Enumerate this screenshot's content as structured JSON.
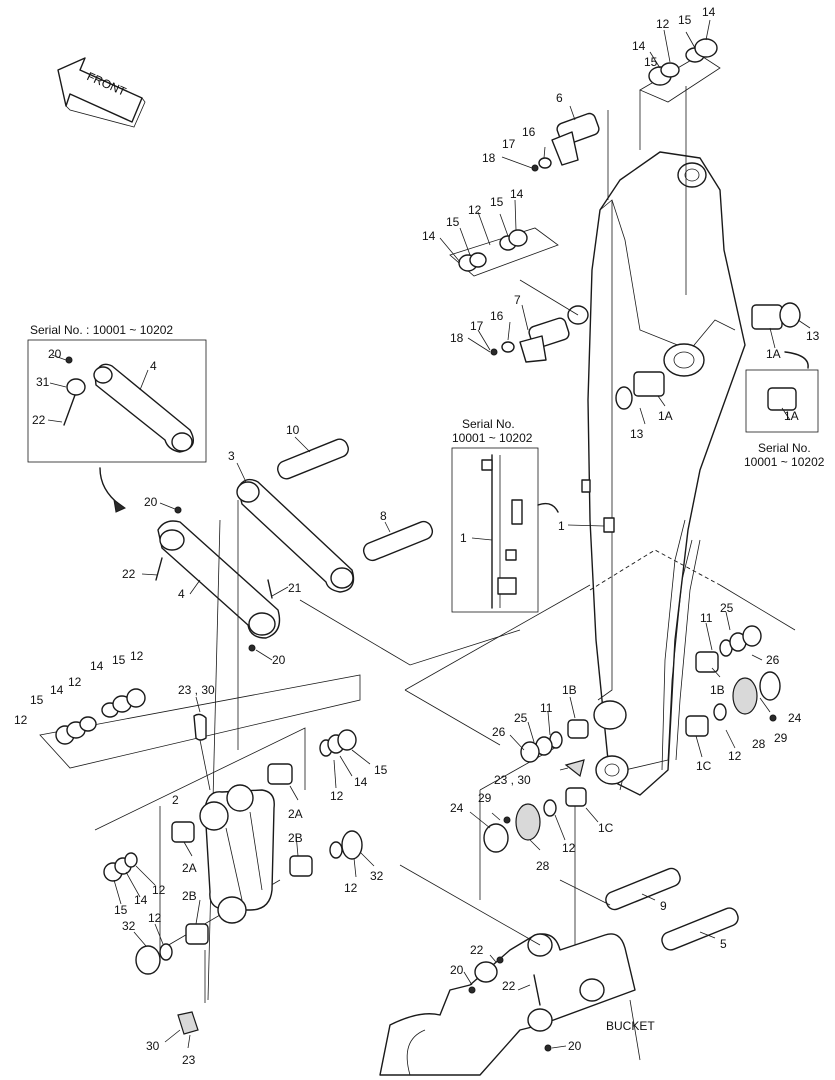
{
  "direction": {
    "front": "FRONT"
  },
  "serial_boxes": [
    {
      "line1": "Serial No. : 10001 ~ 10202"
    },
    {
      "line1": "Serial No.",
      "line2": "10001 ~ 10202"
    },
    {
      "line1": "Serial No.",
      "line2": "10001 ~ 10202"
    }
  ],
  "bucket_label": "BUCKET",
  "callouts": {
    "c14a": "14",
    "c15a": "15",
    "c12a": "12",
    "c15b": "15",
    "c14b": "14",
    "c6": "6",
    "c16a": "16",
    "c17a": "17",
    "c18a": "18",
    "c14c": "14",
    "c15c": "15",
    "c12c": "12",
    "c15d": "15",
    "c14d": "14",
    "c7": "7",
    "c16b": "16",
    "c17b": "17",
    "c18b": "18",
    "c13a": "13",
    "c1Aa": "1A",
    "c1Ab": "1A",
    "c13b": "13",
    "c1Ac": "1A",
    "c20a": "20",
    "c31": "31",
    "c4a": "4",
    "c22a": "22",
    "c10": "10",
    "c3": "3",
    "c8": "8",
    "c1a": "1",
    "c1b": "1",
    "c20b": "20",
    "c22b": "22",
    "c4b": "4",
    "c21": "21",
    "c20c": "20",
    "c11a": "11",
    "c25a": "25",
    "c26a": "26",
    "c1Ba": "1B",
    "c24a": "24",
    "c29a": "29",
    "c28a": "28",
    "c12d": "12",
    "c1Ca": "1C",
    "c1Bb": "1B",
    "c11b": "11",
    "c25b": "25",
    "c26b": "26",
    "c23_30a": "23 , 30",
    "c24b": "24",
    "c29b": "29",
    "c28b": "28",
    "c12e": "12",
    "c1Cb": "1C",
    "c14e": "14",
    "c15e": "15",
    "c12f": "12",
    "c15f": "15",
    "c14f": "14",
    "c12g": "12",
    "c23_30b": "23 , 30",
    "c2": "2",
    "c12h": "12",
    "c14g": "14",
    "c15g": "15",
    "c2Aa": "2A",
    "c2Ab": "2A",
    "c2Ba": "2B",
    "c2Bb": "2B",
    "c12i": "12",
    "c14h": "14",
    "c15h": "15",
    "c12j": "12",
    "c32a": "32",
    "c12k": "12",
    "c32b": "32",
    "c9": "9",
    "c5": "5",
    "c22c": "22",
    "c20d": "20",
    "c22d": "22",
    "c20e": "20",
    "c30": "30",
    "c23": "23"
  }
}
